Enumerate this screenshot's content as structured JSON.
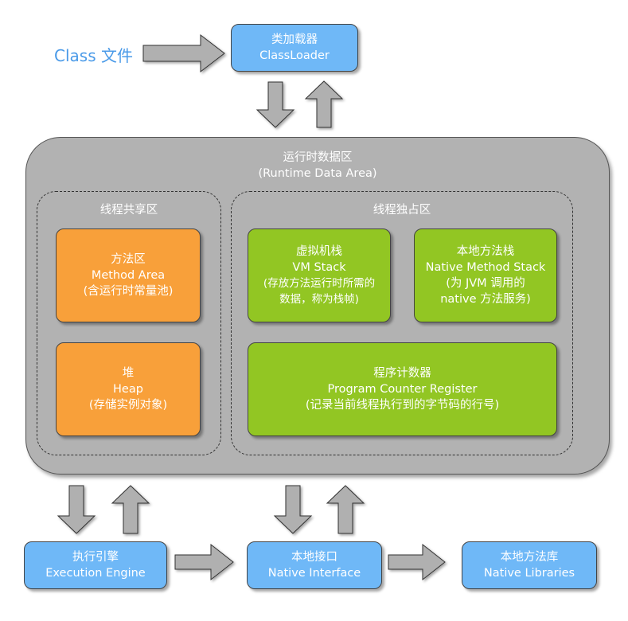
{
  "class_file": "Class 文件",
  "classloader": {
    "title_cn": "类加载器",
    "title_en": "ClassLoader"
  },
  "runtime": {
    "title_cn": "运行时数据区",
    "title_en": "(Runtime Data Area)"
  },
  "shared": {
    "title": "线程共享区",
    "method_area": {
      "cn": "方法区",
      "en": "Method Area",
      "note": "(含运行时常量池)"
    },
    "heap": {
      "cn": "堆",
      "en": "Heap",
      "note": "(存储实例对象)"
    }
  },
  "exclusive": {
    "title": "线程独占区",
    "vm_stack": {
      "cn": "虚拟机栈",
      "en": "VM Stack",
      "note1": "(存放方法运行时所需的",
      "note2": "数据，称为栈帧)"
    },
    "native_stack": {
      "cn": "本地方法栈",
      "en": "Native Method Stack",
      "note1": "(为 JVM 调用的",
      "note2": "native 方法服务)"
    },
    "pc": {
      "cn": "程序计数器",
      "en": "Program Counter Register",
      "note": "(记录当前线程执行到的字节码的行号)"
    }
  },
  "execution_engine": {
    "cn": "执行引擎",
    "en": "Execution Engine"
  },
  "native_interface": {
    "cn": "本地接口",
    "en": "Native Interface"
  },
  "native_libraries": {
    "cn": "本地方法库",
    "en": "Native Libraries"
  },
  "colors": {
    "blue_box": "#6fb8f7",
    "orange_box": "#f8a03a",
    "green_box": "#92c623",
    "runtime_bg": "#b2b2b2",
    "arrow": "#b0b0b0",
    "class_file_text": "#4a9ae8"
  }
}
